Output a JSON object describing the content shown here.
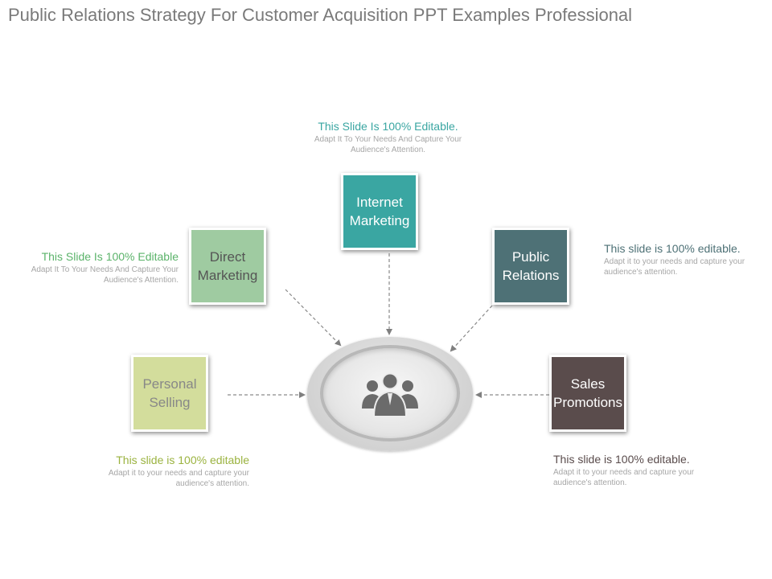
{
  "title": "Public Relations Strategy For Customer Acquisition PPT Examples Professional",
  "nodes": {
    "internet_marketing": {
      "lines": [
        "Internet",
        "Marketing"
      ],
      "color": "#3aa6a2",
      "desc_head": "This Slide Is 100% Editable.",
      "desc_body": "Adapt It To Your Needs And Capture Your Audience's Attention.",
      "head_color": "#3aa6a2"
    },
    "direct_marketing": {
      "lines": [
        "Direct",
        "Marketing"
      ],
      "color": "#9fcba1",
      "text_color": "#555555",
      "desc_head": "This Slide Is 100% Editable",
      "desc_body": "Adapt It To Your Needs And Capture Your Audience's Attention.",
      "head_color": "#5bb36a"
    },
    "public_relations": {
      "lines": [
        "Public",
        "Relations"
      ],
      "color": "#4e7176",
      "desc_head": "This slide is 100% editable.",
      "desc_body": "Adapt it to your needs and capture your audience's attention.",
      "head_color": "#4e7176"
    },
    "personal_selling": {
      "lines": [
        "Personal",
        "Selling"
      ],
      "color": "#d3dd9c",
      "text_color": "#888888",
      "desc_head": "This slide is 100% editable",
      "desc_body": "Adapt it to your needs and capture your audience's attention.",
      "head_color": "#9bb340"
    },
    "sales_promotions": {
      "lines": [
        "Sales",
        "Promotions"
      ],
      "color": "#5a4c4c",
      "desc_head": "This slide is 100% editable.",
      "desc_body": "Adapt it to your needs and capture your audience's attention.",
      "head_color": "#5a4c4c"
    }
  },
  "hub": {
    "icon": "people-group-icon",
    "color": "#6b6b6b"
  },
  "connector_color": "#8a8a8a"
}
